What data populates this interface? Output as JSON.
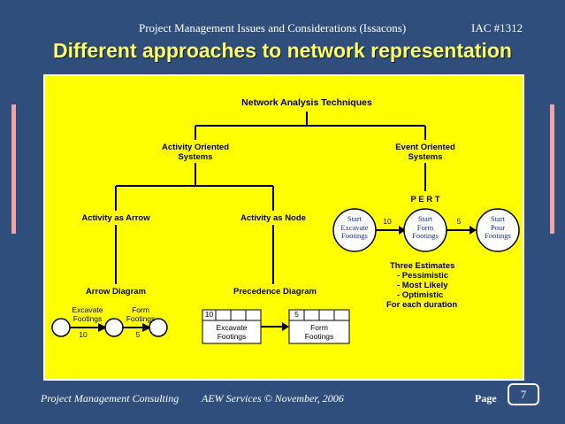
{
  "header": {
    "course": "Project Management Issues and Considerations (Issacons)",
    "course_id": "IAC #1312"
  },
  "slide_title": "Different approaches to network representation",
  "diagram": {
    "root": "Network Analysis Techniques",
    "activity_oriented": [
      "Activity Oriented",
      "Systems"
    ],
    "event_oriented": [
      "Event Oriented",
      "Systems"
    ],
    "activity_as_arrow": "Activity as Arrow",
    "activity_as_node": "Activity as Node",
    "arrow_diagram": "Arrow Diagram",
    "precedence_diagram": "Precedence Diagram",
    "pert": "P E R T",
    "aoa": {
      "act1": [
        "Excavate",
        "Footings"
      ],
      "act1_duration": "10",
      "act2": [
        "Form",
        "Footings"
      ],
      "act2_duration": "5"
    },
    "aon": {
      "node1_duration": "10",
      "node1_label": [
        "Excavate",
        "Footings"
      ],
      "node2_duration": "5",
      "node2_label": [
        "Form",
        "Footings"
      ]
    },
    "pert_events": [
      [
        "Start",
        "Excavate",
        "Footings"
      ],
      [
        "Start",
        "Form",
        "Footings"
      ],
      [
        "Start",
        "Pour",
        "Footings"
      ]
    ],
    "pert_durations": [
      "10",
      "5"
    ],
    "estimates": [
      "Three Estimates",
      "- Pessimistic",
      "- Most Likely",
      "- Optimistic",
      "For each duration"
    ]
  },
  "footer": {
    "left": "Project Management Consulting",
    "center": "AEW  Services © November, 2006",
    "page_label": "Page",
    "page_number": "7"
  },
  "colors": {
    "background": "#2f4e7c",
    "panel": "#ffff00",
    "title": "#ffff66",
    "side_bars": "#f2a3a3"
  }
}
